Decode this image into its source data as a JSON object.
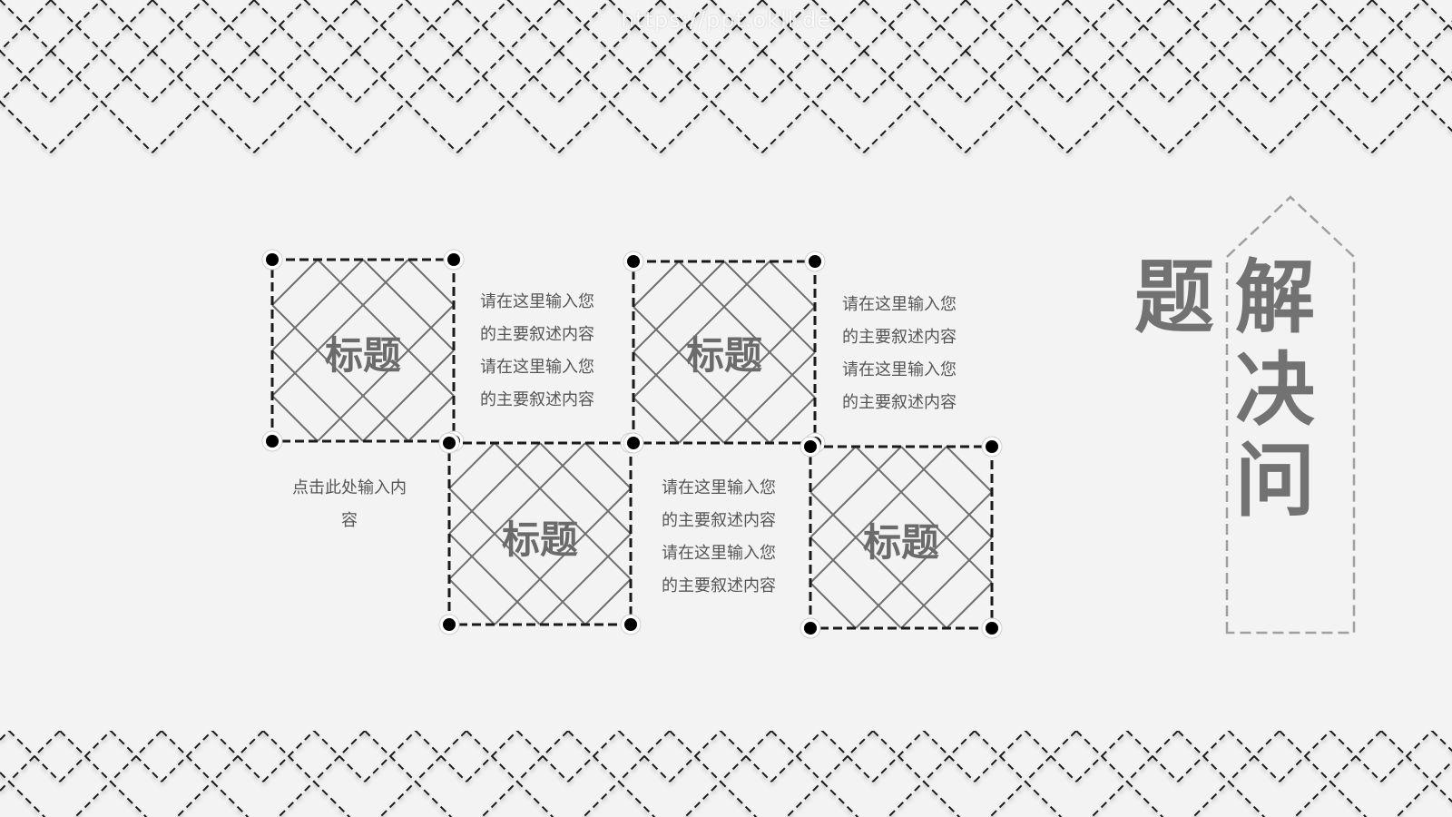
{
  "watermark": "https://ppt.okll.de",
  "heading": {
    "chars": [
      "题",
      "解",
      "决",
      "问"
    ]
  },
  "cards": [
    {
      "title": "标题"
    },
    {
      "title": "标题"
    },
    {
      "title": "标题"
    },
    {
      "title": "标题"
    }
  ],
  "descriptions": [
    {
      "lines": [
        "请在这里输入您",
        "的主要叙述内容",
        "请在这里输入您",
        "的主要叙述内容"
      ]
    },
    {
      "lines": [
        "请在这里输入您",
        "的主要叙述内容",
        "请在这里输入您",
        "的主要叙述内容"
      ]
    },
    {
      "lines": [
        "请在这里输入您",
        "的主要叙述内容",
        "请在这里输入您",
        "的主要叙述内容"
      ]
    }
  ],
  "caption": {
    "lines": [
      "点击此处输入内",
      "容"
    ]
  },
  "colors": {
    "background": "#f3f3f3",
    "title_text": "#6b6b6b",
    "heading_text": "#727272",
    "body_text": "#555555",
    "dashed_line": "#1a1a1a",
    "tag_outline": "#a0a0a0"
  }
}
